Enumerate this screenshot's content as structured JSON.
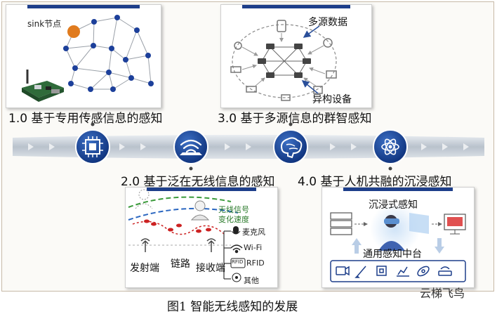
{
  "stages": {
    "s1": {
      "title": "1.0 基于专用传感信息的感知",
      "sink_label": "sink节点"
    },
    "s2": {
      "title": "2.0 基于泛在无线信息的感知",
      "signal_label": "无线信号",
      "speed_label": "变化速度",
      "tx_label": "发射端",
      "link_label": "链路",
      "rx_label": "接收端",
      "src_mic": "麦克风",
      "src_wifi": "Wi-Fi",
      "src_rfid": "RFID",
      "src_other": "其他",
      "rfid_tag": "RFID"
    },
    "s3": {
      "title": "3.0 基于多源信息的群智感知",
      "multi_source_label": "多源数据",
      "hetero_label": "异构设备"
    },
    "s4": {
      "title": "4.0 基于人机共融的沉浸感知",
      "immersive_label": "沉浸式感知",
      "platform_label": "通用感知中台"
    }
  },
  "caption": "图1   智能无线感知的发展",
  "watermark": "云梯飞鸟",
  "colors": {
    "accent_blue": "#1d3e8a",
    "node_blue": "#1c3f9a",
    "sink_orange": "#e07b1e",
    "signal_green": "#3a9a3a",
    "path_red": "#cc2222"
  },
  "icons": [
    "chip-icon",
    "wifi-icon",
    "brain-icon",
    "atom-icon"
  ]
}
